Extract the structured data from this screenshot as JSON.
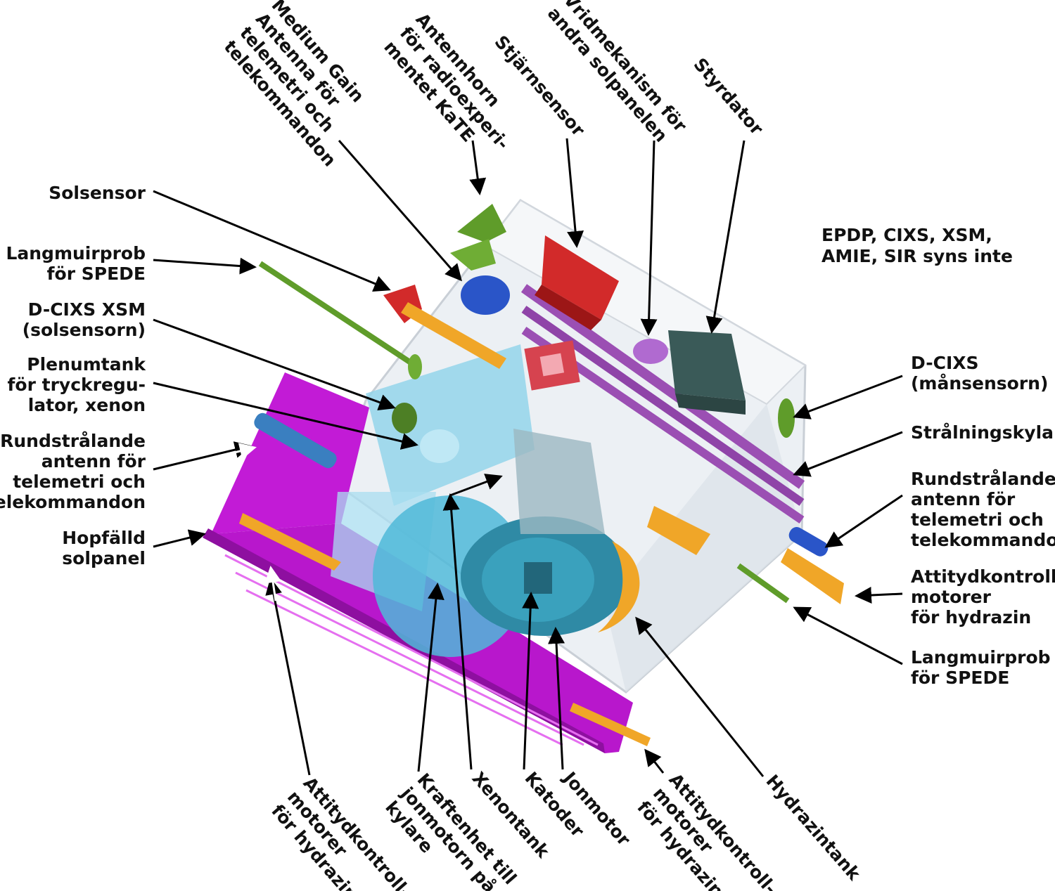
{
  "colors": {
    "solar_panel": "#c21bd6",
    "solar_panel_dark": "#8e0fa0",
    "body_glass": "#eef1f4",
    "cyan": "#4fb8d8",
    "teal": "#2f8aa5",
    "orange": "#f0a628",
    "red": "#d22a2a",
    "green": "#5f9c2a",
    "blue": "#2a55c8",
    "violet_bars": "#9b4fb3",
    "dark_box": "#3a5a58"
  },
  "labels": {
    "medium_gain": [
      "Medium Gain",
      "Antenna för",
      "telemetri och",
      "telekommandon"
    ],
    "antennhorn": [
      "Antennhorn",
      "för radioexperi-",
      "mentet KaTE"
    ],
    "stjarnsensor": [
      "Stjärnsensor"
    ],
    "vridmekanism": [
      "Vridmekanism för",
      "andra solpanelen"
    ],
    "styrdator": [
      "Styrdator"
    ],
    "epdp": [
      "EPDP, CIXS, XSM,",
      "AMIE, SIR syns inte"
    ],
    "solsensor": [
      "Solsensor"
    ],
    "langmuir_left": [
      "Langmuirprob",
      "för  SPEDE"
    ],
    "dcixs_xsm": [
      "D-CIXS XSM",
      "(solsensorn)"
    ],
    "plenumtank": [
      "Plenumtank",
      "för tryckregu-",
      "lator, xenon"
    ],
    "rundstralande_left": [
      "Rundstrålande",
      "antenn för",
      "telemetri och",
      "telekommandon"
    ],
    "hopfalld": [
      "Hopfälld",
      "solpanel"
    ],
    "dcixs_man": [
      "D-CIXS",
      "(månsensorn)"
    ],
    "stralningskylare": [
      "Strålningskylare"
    ],
    "rundstralande_right": [
      "Rundstrålande",
      "antenn för",
      "telemetri och",
      "telekommando"
    ],
    "attityd_right": [
      "Attitydkontroll-",
      "motorer",
      "för hydrazin"
    ],
    "langmuir_right": [
      "Langmuirprob",
      "för  SPEDE"
    ],
    "attityd_bottom_left": [
      "Attitydkontroll-",
      "motorer",
      "för hydrazin"
    ],
    "kraftenhet": [
      "Kraftenhet till",
      "jonmotorn på",
      "kylare"
    ],
    "xenontank": [
      "Xenontank"
    ],
    "katoder": [
      "Katoder"
    ],
    "jonmotor": [
      "Jonmotor"
    ],
    "attityd_bottom_right": [
      "Attitydkontroll-",
      "motorer",
      "för hydrazin"
    ],
    "hydrazintank": [
      "Hydrazintank"
    ]
  }
}
